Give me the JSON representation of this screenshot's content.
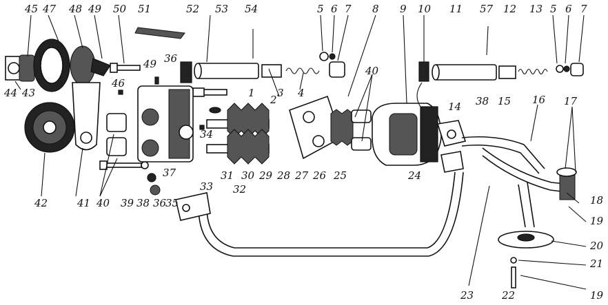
{
  "diagram": {
    "labels": [
      "45",
      "47",
      "48",
      "49",
      "50",
      "51",
      "52",
      "53",
      "54",
      "5",
      "6",
      "7",
      "8",
      "9",
      "10",
      "11",
      "57",
      "12",
      "13",
      "5",
      "6",
      "7",
      "44",
      "43",
      "46",
      "49",
      "36",
      "1",
      "2",
      "3",
      "4",
      "40",
      "14",
      "38",
      "15",
      "16",
      "17",
      "42",
      "41",
      "40",
      "39",
      "38",
      "36",
      "35",
      "37",
      "34",
      "31",
      "30",
      "29",
      "28",
      "27",
      "26",
      "25",
      "24",
      "33",
      "32",
      "18",
      "19",
      "20",
      "21",
      "22",
      "19",
      "23"
    ]
  }
}
